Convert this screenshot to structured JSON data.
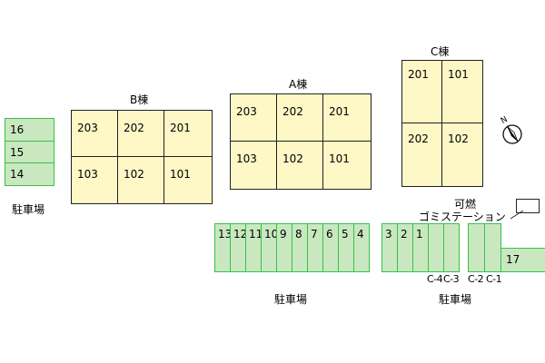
{
  "buildings": {
    "b": {
      "label": "B棟",
      "units_top": [
        "203",
        "202",
        "201"
      ],
      "units_bottom": [
        "103",
        "102",
        "101"
      ]
    },
    "a": {
      "label": "A棟",
      "units_top": [
        "203",
        "202",
        "201"
      ],
      "units_bottom": [
        "103",
        "102",
        "101"
      ]
    },
    "c": {
      "label": "C棟",
      "units_top": [
        "201",
        "101"
      ],
      "units_bottom": [
        "202",
        "102"
      ]
    }
  },
  "parking": {
    "left": {
      "slots": [
        "16",
        "15",
        "14"
      ],
      "label": "駐車場"
    },
    "bottom_left": {
      "slots": [
        "13",
        "12",
        "11",
        "10",
        "9",
        "8",
        "7",
        "6",
        "5",
        "4"
      ],
      "label": "駐車場"
    },
    "bottom_right": {
      "slots": [
        "3",
        "2",
        "1",
        "",
        "",
        "",
        "",
        "",
        "17"
      ],
      "labels": [
        "C-4",
        "C-3",
        "C-2",
        "C-1"
      ],
      "label": "駐車場"
    }
  },
  "trash": {
    "line1": "可燃",
    "line2": "ゴミステーション"
  },
  "compass": {
    "letter": "N"
  },
  "colors": {
    "building_fill": "#fdf8c6",
    "parking_fill": "#c9e8c0",
    "parking_border": "#35c24a"
  }
}
